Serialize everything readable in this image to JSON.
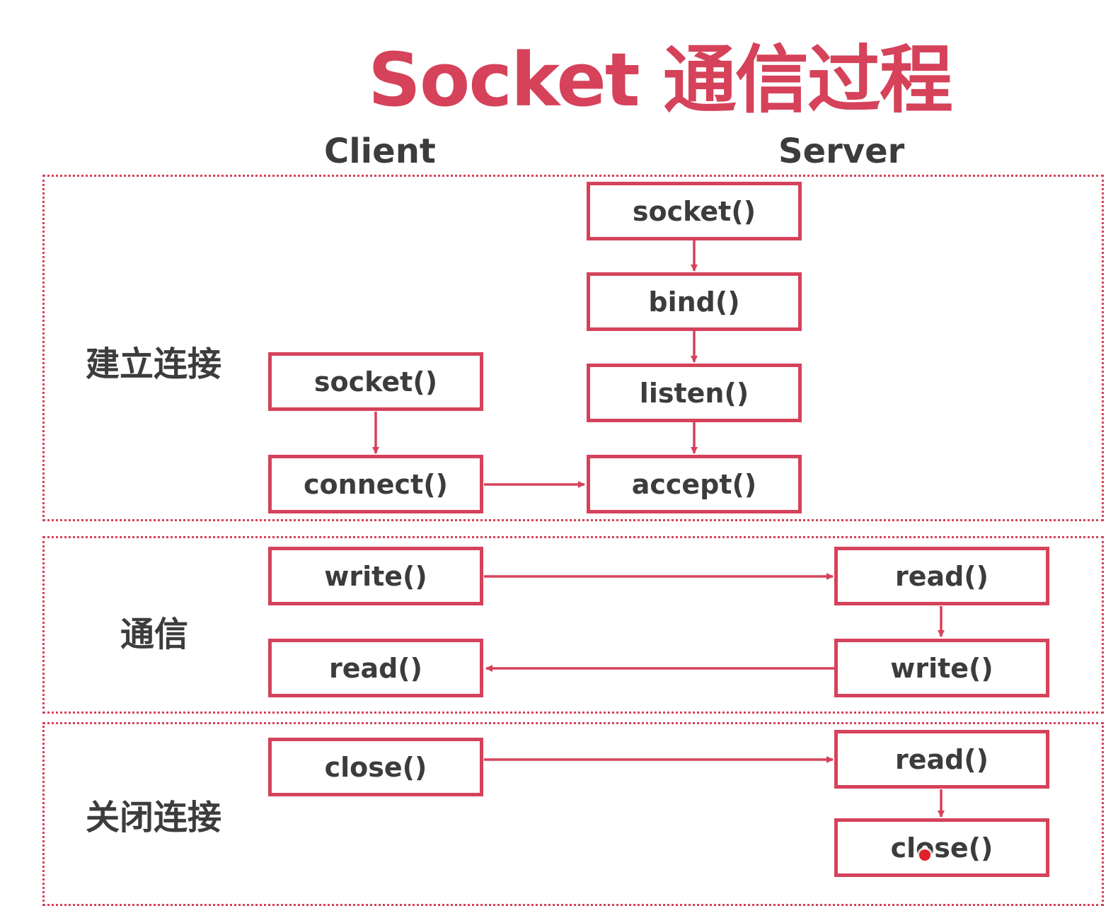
{
  "title": "Socket 通信过程",
  "columns": {
    "client": "Client",
    "server": "Server"
  },
  "sections": {
    "establish": "建立连接",
    "communicate": "通信",
    "close": "关闭连接"
  },
  "boxes": {
    "server_socket": "socket()",
    "server_bind": "bind()",
    "server_listen": "listen()",
    "server_accept": "accept()",
    "client_socket": "socket()",
    "client_connect": "connect()",
    "client_write": "write()",
    "server_read": "read()",
    "server_write": "write()",
    "client_read": "read()",
    "client_close": "close()",
    "server_read2": "read()",
    "server_close": "close()"
  },
  "colors": {
    "accent": "#d5425a",
    "text": "#3c3c3c"
  }
}
